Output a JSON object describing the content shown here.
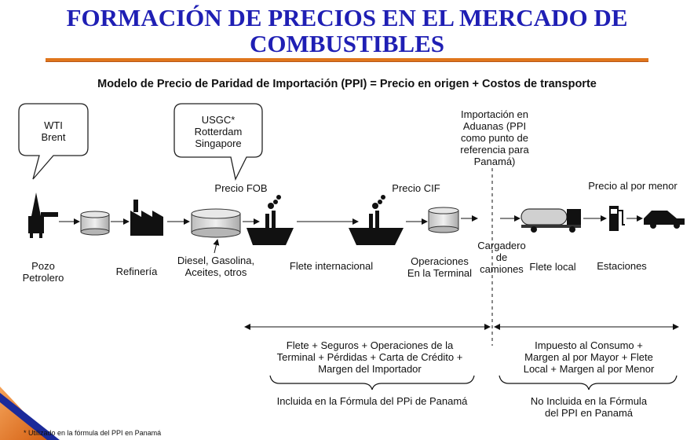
{
  "title": {
    "line1": "FORMACIÓN DE PRECIOS EN EL MERCADO DE",
    "line2": "COMBUSTIBLES"
  },
  "subtitle": "Modelo de Precio de Paridad de Importación (PPI) = Precio en origen + Costos de transporte",
  "bubbles": {
    "crude": [
      "WTI",
      "Brent"
    ],
    "markets": [
      "USGC*",
      "Rotterdam",
      "Singapore"
    ]
  },
  "price_points": {
    "fob": "Precio FOB",
    "cif": "Precio CIF",
    "retail": "Precio al por menor"
  },
  "customs_note": [
    "Importación en",
    "Aduanas (PPI",
    "como punto de",
    "referencia para",
    "Panamá)"
  ],
  "stages": {
    "well": [
      "Pozo",
      "Petrolero"
    ],
    "refinery": "Refinería",
    "products": [
      "Diesel, Gasolina,",
      "Aceites, otros"
    ],
    "freight": "Flete internacional",
    "terminal": [
      "Operaciones",
      "En la Terminal"
    ],
    "loading": [
      "Cargadero",
      "de",
      "camiones"
    ],
    "local_freight": "Flete local",
    "stations": "Estaciones"
  },
  "left_costs": [
    "Flete + Seguros + Operaciones de la",
    "Terminal + Pérdidas + Carta de Crédito +",
    "Margen del Importador"
  ],
  "left_caption": "Incluida en la Fórmula del PPi de Panamá",
  "right_costs": [
    "Impuesto al Consumo +",
    "Margen al por Mayor + Flete",
    "Local + Margen al por Menor"
  ],
  "right_caption": [
    "No Incluida en la Fórmula",
    "del PPI en Panamá"
  ],
  "footnote": "* Utilizado en la fórmula del PPI en Panamá",
  "colors": {
    "title": "#1f1fb4",
    "rule": "#e0761c",
    "corner": "#e0761c",
    "corner_dark": "#1b2a9a"
  }
}
